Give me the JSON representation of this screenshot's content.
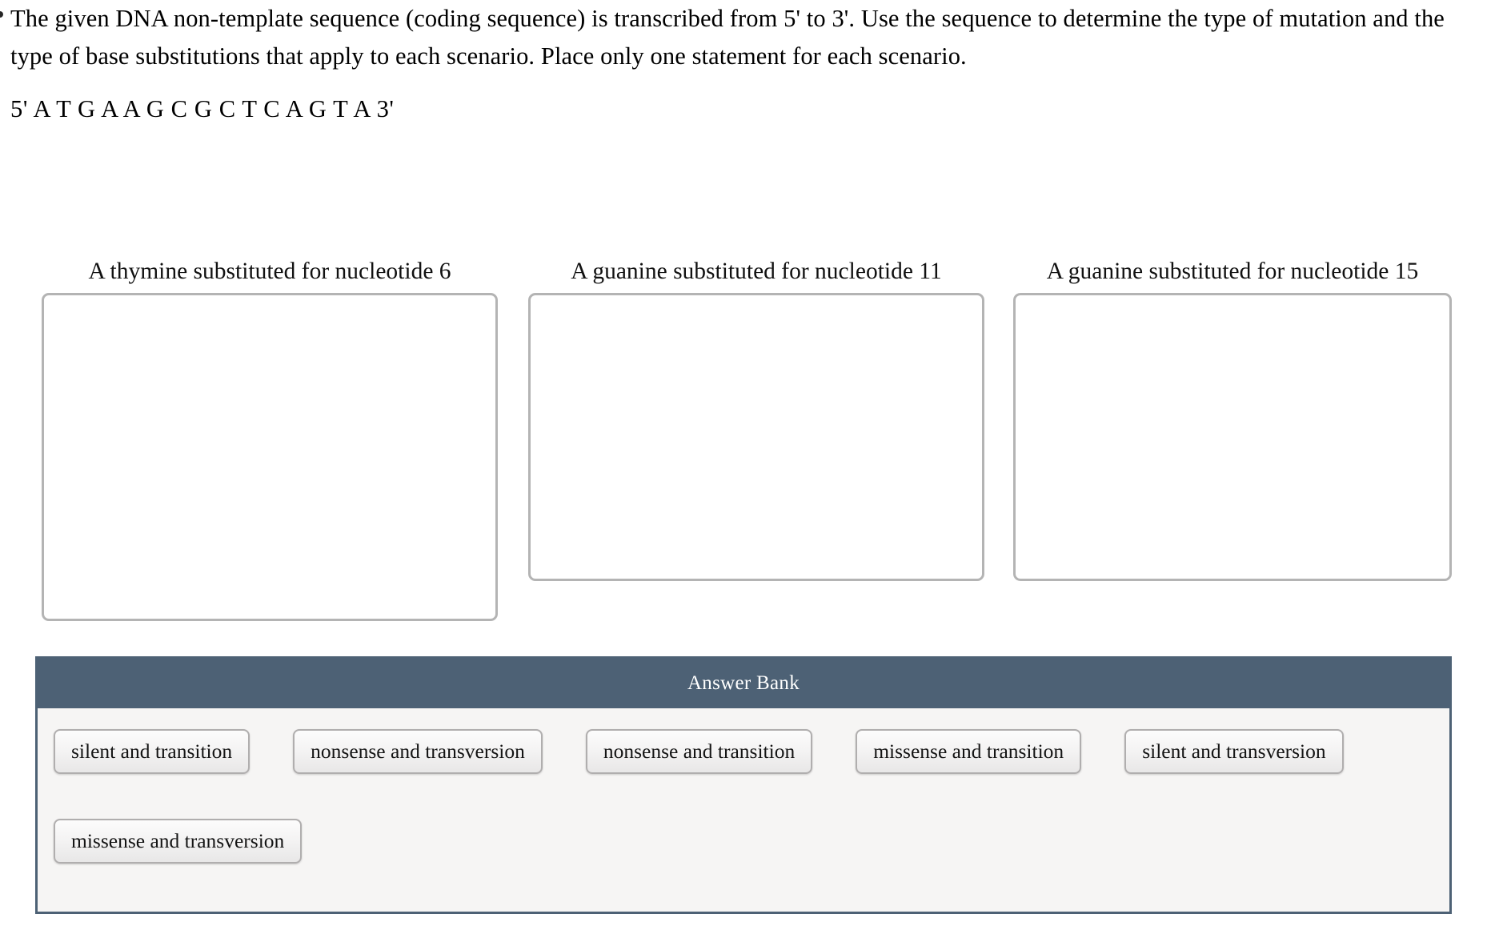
{
  "question": {
    "prompt": "The given DNA non-template sequence (coding sequence) is transcribed from 5' to 3'. Use the sequence to determine the type of mutation and the type of base substitutions that apply to each scenario. Place only one statement for each scenario.",
    "sequence": "5' A T G A A G C G C T C A G T A 3'"
  },
  "dropzones": [
    {
      "label": "A thymine substituted for nucleotide 6",
      "content": ""
    },
    {
      "label": "A guanine substituted for nucleotide 11",
      "content": ""
    },
    {
      "label": "A guanine substituted for nucleotide 15",
      "content": ""
    }
  ],
  "answer_bank": {
    "title": "Answer Bank",
    "tiles": [
      "silent and transition",
      "nonsense and transversion",
      "nonsense and transition",
      "missense and transition",
      "silent and transversion",
      "missense and transversion"
    ]
  },
  "colors": {
    "bank_header_bg": "#4d6175",
    "bank_body_bg": "#f6f5f4",
    "dropzone_border": "#b4b4b4",
    "tile_border": "#b0aeae",
    "text": "#000000"
  }
}
